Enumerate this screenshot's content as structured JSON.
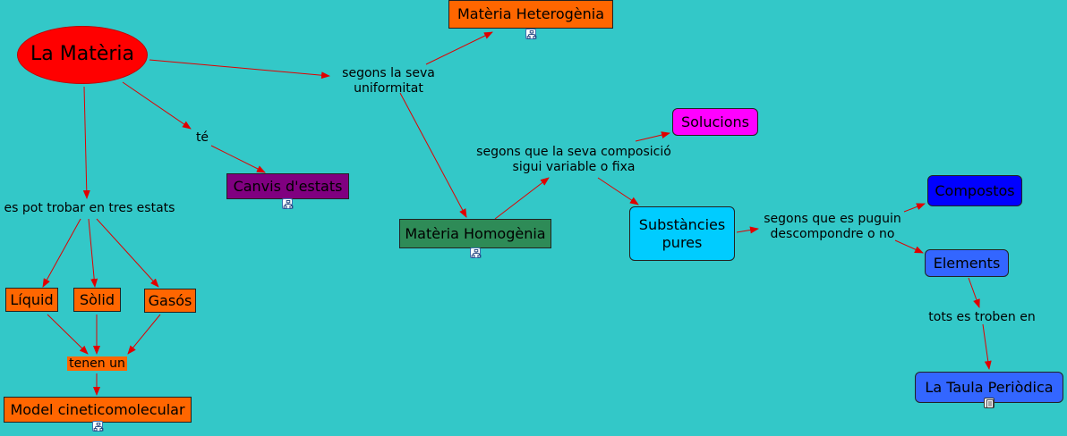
{
  "diagram": {
    "concepts": {
      "materia": "La Matèria",
      "heterogenia": "Matèria Heterogènia",
      "homogenia": "Matèria Homogènia",
      "solucions": "Solucions",
      "substancies": "Substàncies\npures",
      "compostos": "Compostos",
      "elements": "Elements",
      "taula": "La Taula Periòdica",
      "canvis": "Canvis d'estats",
      "liquid": "Líquid",
      "solid": "Sòlid",
      "gasos": "Gasós",
      "model": "Model cineticomolecular"
    },
    "link_labels": {
      "uniformitat": "segons la seva\nuniformitat",
      "composicio": "segons que la seva composició\nsigui variable o fixa",
      "descompondre": "segons que es puguin\ndescompondre o no",
      "te": "té",
      "estats": "es pot trobar en tres estats",
      "tenen": "tenen un",
      "troben": "tots es troben en"
    },
    "icons": {
      "heterogenia": "concept-map-icon",
      "homogenia": "concept-map-icon",
      "canvis": "concept-map-icon",
      "model": "concept-map-icon",
      "taula": "document-icon"
    },
    "colors": {
      "background": "#33C8C8",
      "arrow": "#E00000",
      "orange": "#FF6600",
      "red": "#FF0000",
      "green": "#2E8B57",
      "magenta": "#FF00FF",
      "cyan": "#00CCFF",
      "blue": "#0000FF",
      "light_blue": "#3366FF",
      "purple": "#800080"
    }
  }
}
